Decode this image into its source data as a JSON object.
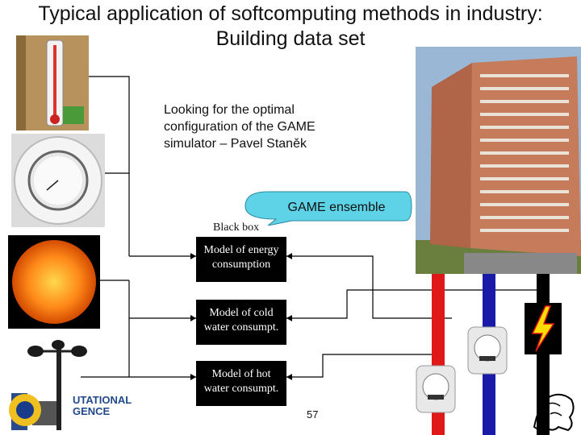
{
  "title": {
    "line1": "Typical application of softcomputing methods in industry:",
    "line2": "Building data set"
  },
  "description": {
    "line1": "Looking for the optimal",
    "line2": "configuration of the GAME",
    "line3": "simulator – Pavel Staněk"
  },
  "callout": "GAME ensemble",
  "black_box_label": "Black box",
  "models": [
    {
      "line1": "Model of energy",
      "line2": "consumption"
    },
    {
      "line1": "Model of cold",
      "line2": "water consumpt."
    },
    {
      "line1": "Model of hot",
      "line2": "water consumpt."
    }
  ],
  "logo": {
    "line1": "UTATIONAL",
    "line2": "GENCE"
  },
  "page_number": "57",
  "colors": {
    "cold_pipe": "#1a1aa8",
    "hot_pipe": "#e01818",
    "electric_pipe": "#000000",
    "lightning": "#ffdd00",
    "callout_fill": "#5ed2e6",
    "model_box": "#000000"
  },
  "icons": [
    "thermometer",
    "hygrometer",
    "sun",
    "anemometer",
    "building",
    "water-meter",
    "lightning",
    "lion-emblem"
  ]
}
